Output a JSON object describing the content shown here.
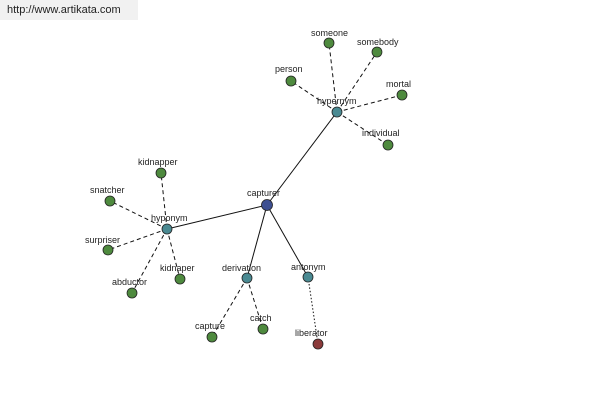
{
  "url": "http://www.artikata.com",
  "colors": {
    "root": "#3d4f91",
    "relation": "#4a8a92",
    "leaf": "#4e8a3e",
    "antonym_leaf": "#8b3a3a",
    "edge": "#111111"
  },
  "nodes": [
    {
      "id": "capturer",
      "label": "capturer",
      "kind": "root"
    },
    {
      "id": "hypernym",
      "label": "hypernym",
      "kind": "relation"
    },
    {
      "id": "hyponym",
      "label": "hyponym",
      "kind": "relation"
    },
    {
      "id": "derivation",
      "label": "derivation",
      "kind": "relation"
    },
    {
      "id": "antonym",
      "label": "antonym",
      "kind": "relation"
    },
    {
      "id": "someone",
      "label": "someone",
      "kind": "leaf"
    },
    {
      "id": "somebody",
      "label": "somebody",
      "kind": "leaf"
    },
    {
      "id": "person",
      "label": "person",
      "kind": "leaf"
    },
    {
      "id": "mortal",
      "label": "mortal",
      "kind": "leaf"
    },
    {
      "id": "individual",
      "label": "individual",
      "kind": "leaf"
    },
    {
      "id": "kidnapper1",
      "label": "kidnapper",
      "kind": "leaf"
    },
    {
      "id": "snatcher",
      "label": "snatcher",
      "kind": "leaf"
    },
    {
      "id": "surpriser",
      "label": "surpriser",
      "kind": "leaf"
    },
    {
      "id": "abductor",
      "label": "abductor",
      "kind": "leaf"
    },
    {
      "id": "kidnaper",
      "label": "kidnaper",
      "kind": "leaf"
    },
    {
      "id": "capture",
      "label": "capture",
      "kind": "leaf"
    },
    {
      "id": "catch",
      "label": "catch",
      "kind": "leaf"
    },
    {
      "id": "liberator",
      "label": "liberator",
      "kind": "antonym_leaf"
    }
  ],
  "edges": [
    {
      "from": "capturer",
      "to": "hypernym",
      "style": "solid"
    },
    {
      "from": "capturer",
      "to": "hyponym",
      "style": "solid"
    },
    {
      "from": "capturer",
      "to": "derivation",
      "style": "solid"
    },
    {
      "from": "capturer",
      "to": "antonym",
      "style": "solid"
    },
    {
      "from": "hypernym",
      "to": "someone",
      "style": "dashed"
    },
    {
      "from": "hypernym",
      "to": "somebody",
      "style": "dashed"
    },
    {
      "from": "hypernym",
      "to": "person",
      "style": "dashed"
    },
    {
      "from": "hypernym",
      "to": "mortal",
      "style": "dashed"
    },
    {
      "from": "hypernym",
      "to": "individual",
      "style": "dashed"
    },
    {
      "from": "hyponym",
      "to": "kidnapper1",
      "style": "dashed"
    },
    {
      "from": "hyponym",
      "to": "snatcher",
      "style": "dashed"
    },
    {
      "from": "hyponym",
      "to": "surpriser",
      "style": "dashed"
    },
    {
      "from": "hyponym",
      "to": "abductor",
      "style": "dashed"
    },
    {
      "from": "hyponym",
      "to": "kidnaper",
      "style": "dashed"
    },
    {
      "from": "derivation",
      "to": "capture",
      "style": "dashed"
    },
    {
      "from": "derivation",
      "to": "catch",
      "style": "dashed"
    },
    {
      "from": "antonym",
      "to": "liberator",
      "style": "dotted"
    }
  ]
}
